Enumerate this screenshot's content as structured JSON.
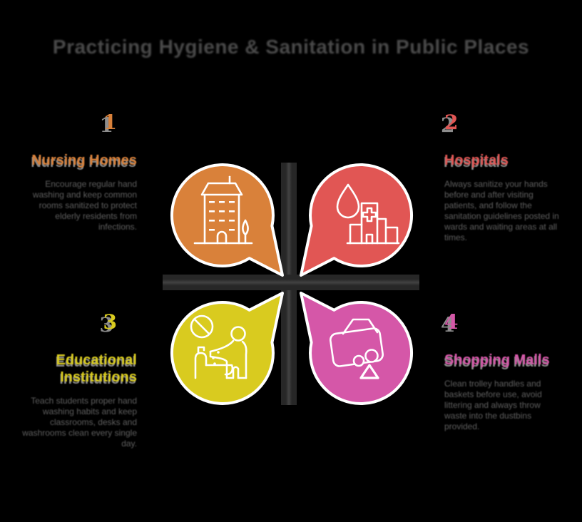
{
  "title": "Practicing Hygiene & Sanitation in Public Places",
  "title_color": "#4a4a4a",
  "background_color": "#000000",
  "divider": {
    "color": "#272727",
    "highlight_color": "#424242"
  },
  "body_text_color": "#5f5f5f",
  "quadrants": [
    {
      "number": "1",
      "title": "Nursing Homes",
      "description": "Encourage regular hand washing and keep common rooms sanitized to protect elderly residents from infections.",
      "color": "#D9813A",
      "icon": "building-icon"
    },
    {
      "number": "2",
      "title": "Hospitals",
      "description": "Always sanitize your hands before and after visiting patients, and follow the sanitation guidelines posted in wards and waiting areas at all times.",
      "color": "#E15654",
      "icon": "hospital-icon"
    },
    {
      "number": "3",
      "title": "Educational Institutions",
      "description": "Teach students proper hand washing habits and keep classrooms, desks and washrooms clean every single day.",
      "color": "#D9CB1F",
      "icon": "hand-sanitizer-icon"
    },
    {
      "number": "4",
      "title": "Shopping Malls",
      "description": "Clean trolley handles and baskets before use, avoid littering and always throw waste into the dustbins provided.",
      "color": "#D557A8",
      "icon": "shopping-basket-icon"
    }
  ]
}
